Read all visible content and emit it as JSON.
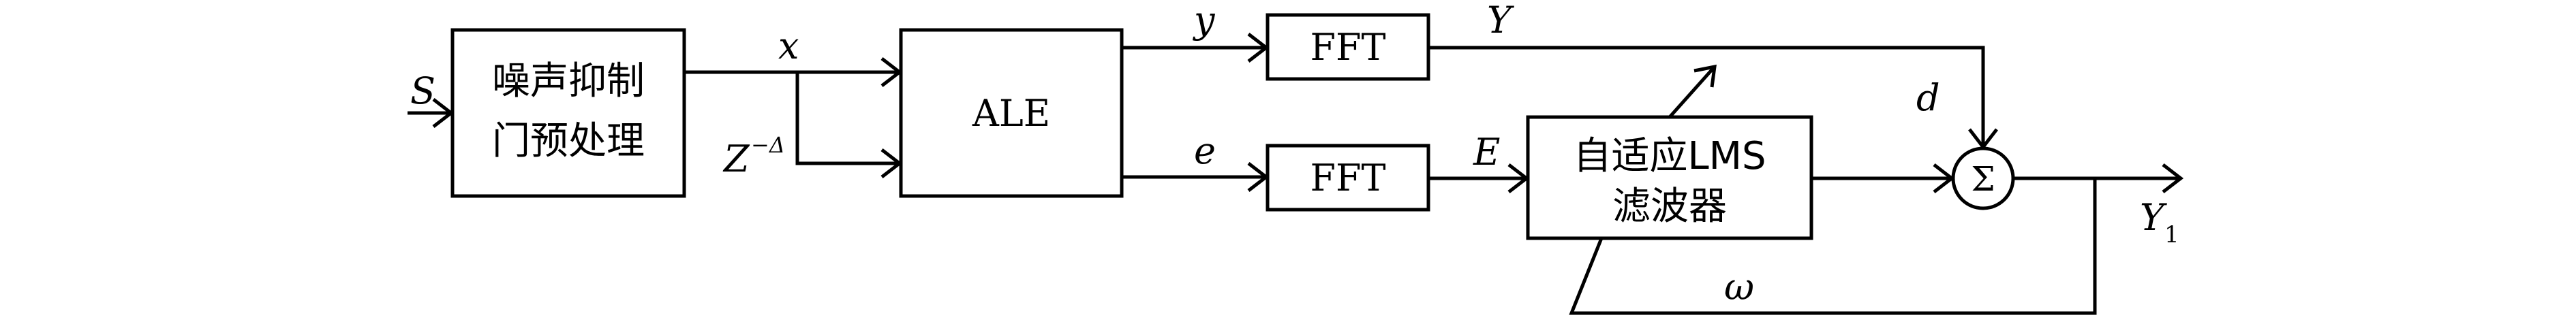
{
  "blocks": {
    "noise_suppression": {
      "line1": "噪声抑制",
      "line2": "门预处理"
    },
    "ale": {
      "label": "ALE"
    },
    "fft_top": {
      "label": "FFT"
    },
    "fft_bottom": {
      "label": "FFT"
    },
    "adaptive_lms": {
      "line1": "自适应LMS",
      "line2": "滤波器"
    },
    "summer": {
      "symbol": "Σ"
    }
  },
  "signals": {
    "input": "S",
    "x": "x",
    "delay": {
      "base": "Z",
      "exponent": "−Δ"
    },
    "y": "y",
    "e": "e",
    "Y": "Y",
    "E": "E",
    "d": "d",
    "output": {
      "base": "Y",
      "subscript": "1"
    },
    "omega": "ω"
  },
  "colors": {
    "stroke": "#000000",
    "background": "#ffffff"
  }
}
